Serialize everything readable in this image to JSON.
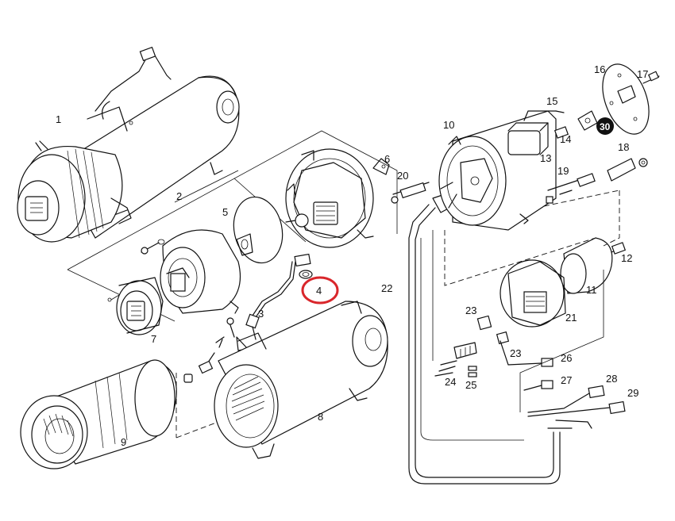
{
  "diagram": {
    "labels": {
      "p1": "1",
      "p2": "2",
      "p3": "3",
      "p4": "4",
      "p5": "5",
      "p6": "6",
      "p7": "7",
      "p8": "8",
      "p9": "9",
      "p10": "10",
      "p11": "11",
      "p12": "12",
      "p13": "13",
      "p14": "14",
      "p15": "15",
      "p16": "16",
      "p17": "17",
      "p18": "18",
      "p19": "19",
      "p20": "20",
      "p21": "21",
      "p22": "22",
      "p23a": "23",
      "p23b": "23",
      "p24": "24",
      "p25": "25",
      "p26": "26",
      "p27": "27",
      "p28": "28",
      "p29": "29",
      "p30": "30"
    },
    "highlight_color": "#d9262b",
    "badge_color": "#111111"
  }
}
